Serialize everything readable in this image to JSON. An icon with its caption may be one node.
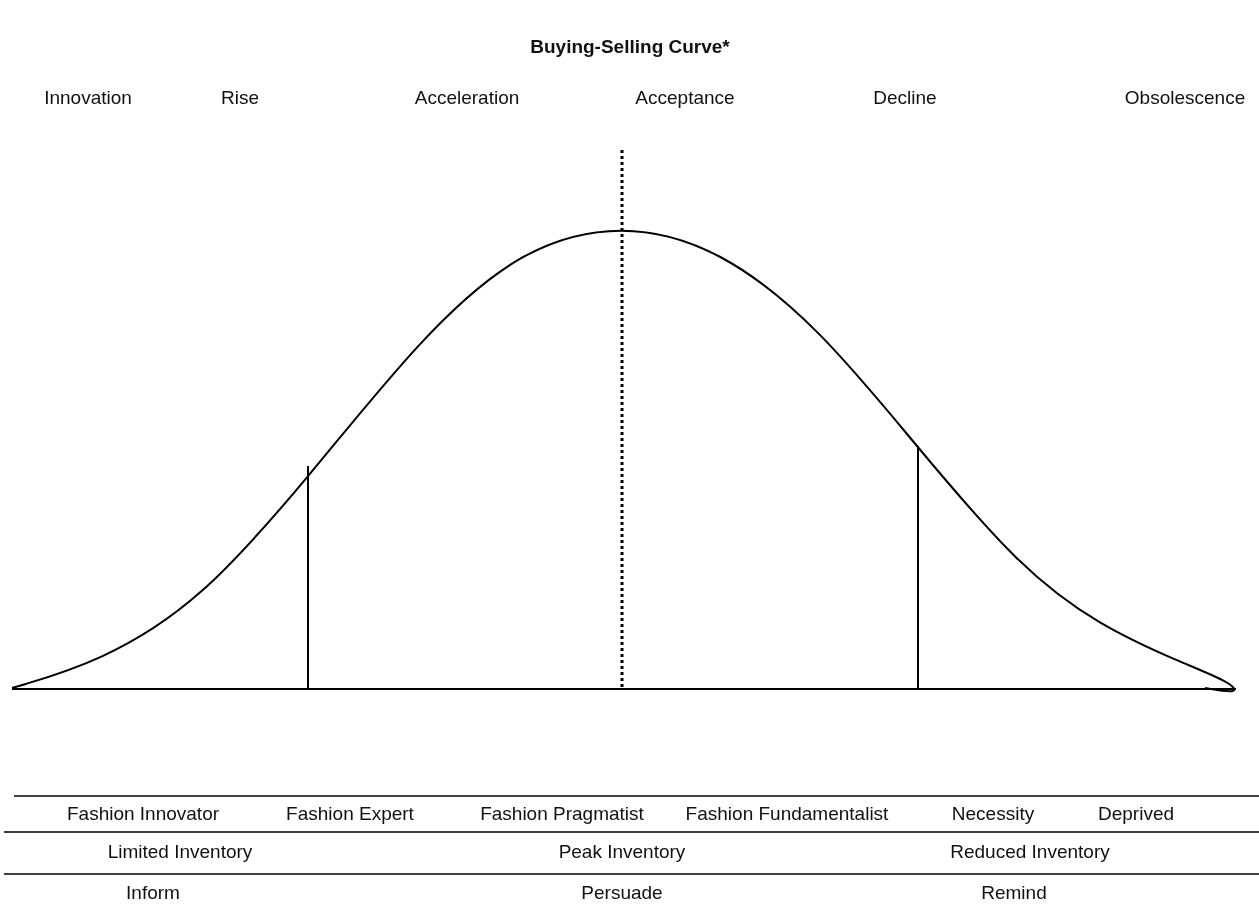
{
  "diagram": {
    "title": "Buying-Selling Curve*",
    "labels": [
      "Innovation",
      "Rise",
      "Acceleration",
      "Acceptance",
      "Decline",
      "Obsolescence",
      "Fashion Innovator",
      "Fashion Expert",
      "Fashion Pragmatist",
      "Fashion Fundamentalist",
      "Necessity",
      "Deprived",
      "Limited Inventory",
      "Peak Inventory",
      "Reduced Inventory",
      "Inform",
      "Persuade",
      "Remind"
    ]
  }
}
